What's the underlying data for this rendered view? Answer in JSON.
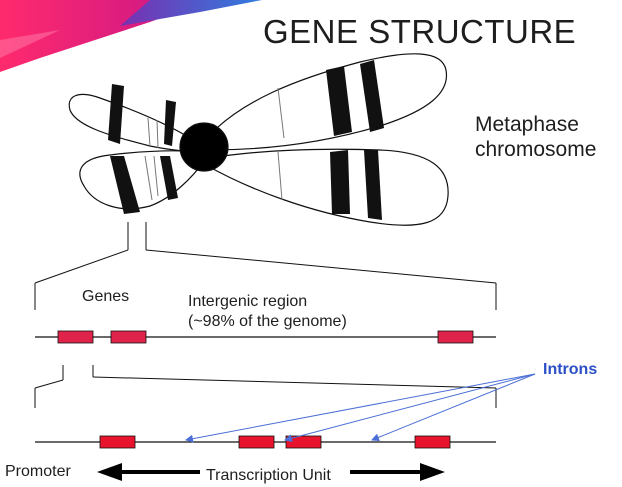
{
  "slide": {
    "title": "GENE STRUCTURE",
    "metaphase_line1": "Metaphase",
    "metaphase_line2": "chromosome",
    "genes_label": "Genes",
    "intergenic_line1": "Intergenic region",
    "intergenic_line2": "(~98% of the genome)",
    "introns_label": "Introns",
    "promoter_label": "Promoter",
    "transcription_unit_label": "Transcription Unit"
  },
  "colors": {
    "exon": "#e8132c",
    "gene_block": "#e0234a",
    "intron_arrow": "#4a6fd6",
    "introns_text": "#2b4fc4",
    "banner_magenta": "#e6157a",
    "banner_purple": "#6b2a9a",
    "banner_blue": "#2c6ed6"
  },
  "icons": [
    "centromere-circle",
    "double-headed-arrow",
    "pointer-arrows"
  ]
}
